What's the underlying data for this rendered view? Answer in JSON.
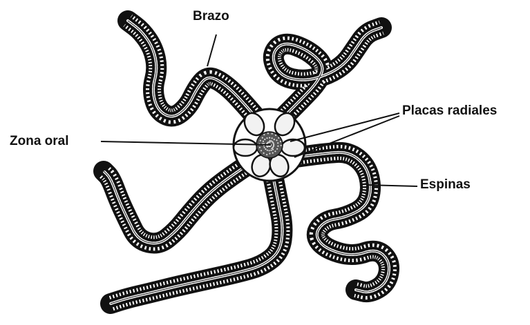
{
  "diagram": {
    "subject": "brittle-star-oral-view",
    "labels": {
      "arm": "Brazo",
      "oral_zone": "Zona oral",
      "radial_plates": "Placas radiales",
      "spines": "Espinas"
    },
    "colors": {
      "ink": "#111111",
      "background": "#ffffff",
      "plate_fill": "#f2f2f2"
    }
  }
}
